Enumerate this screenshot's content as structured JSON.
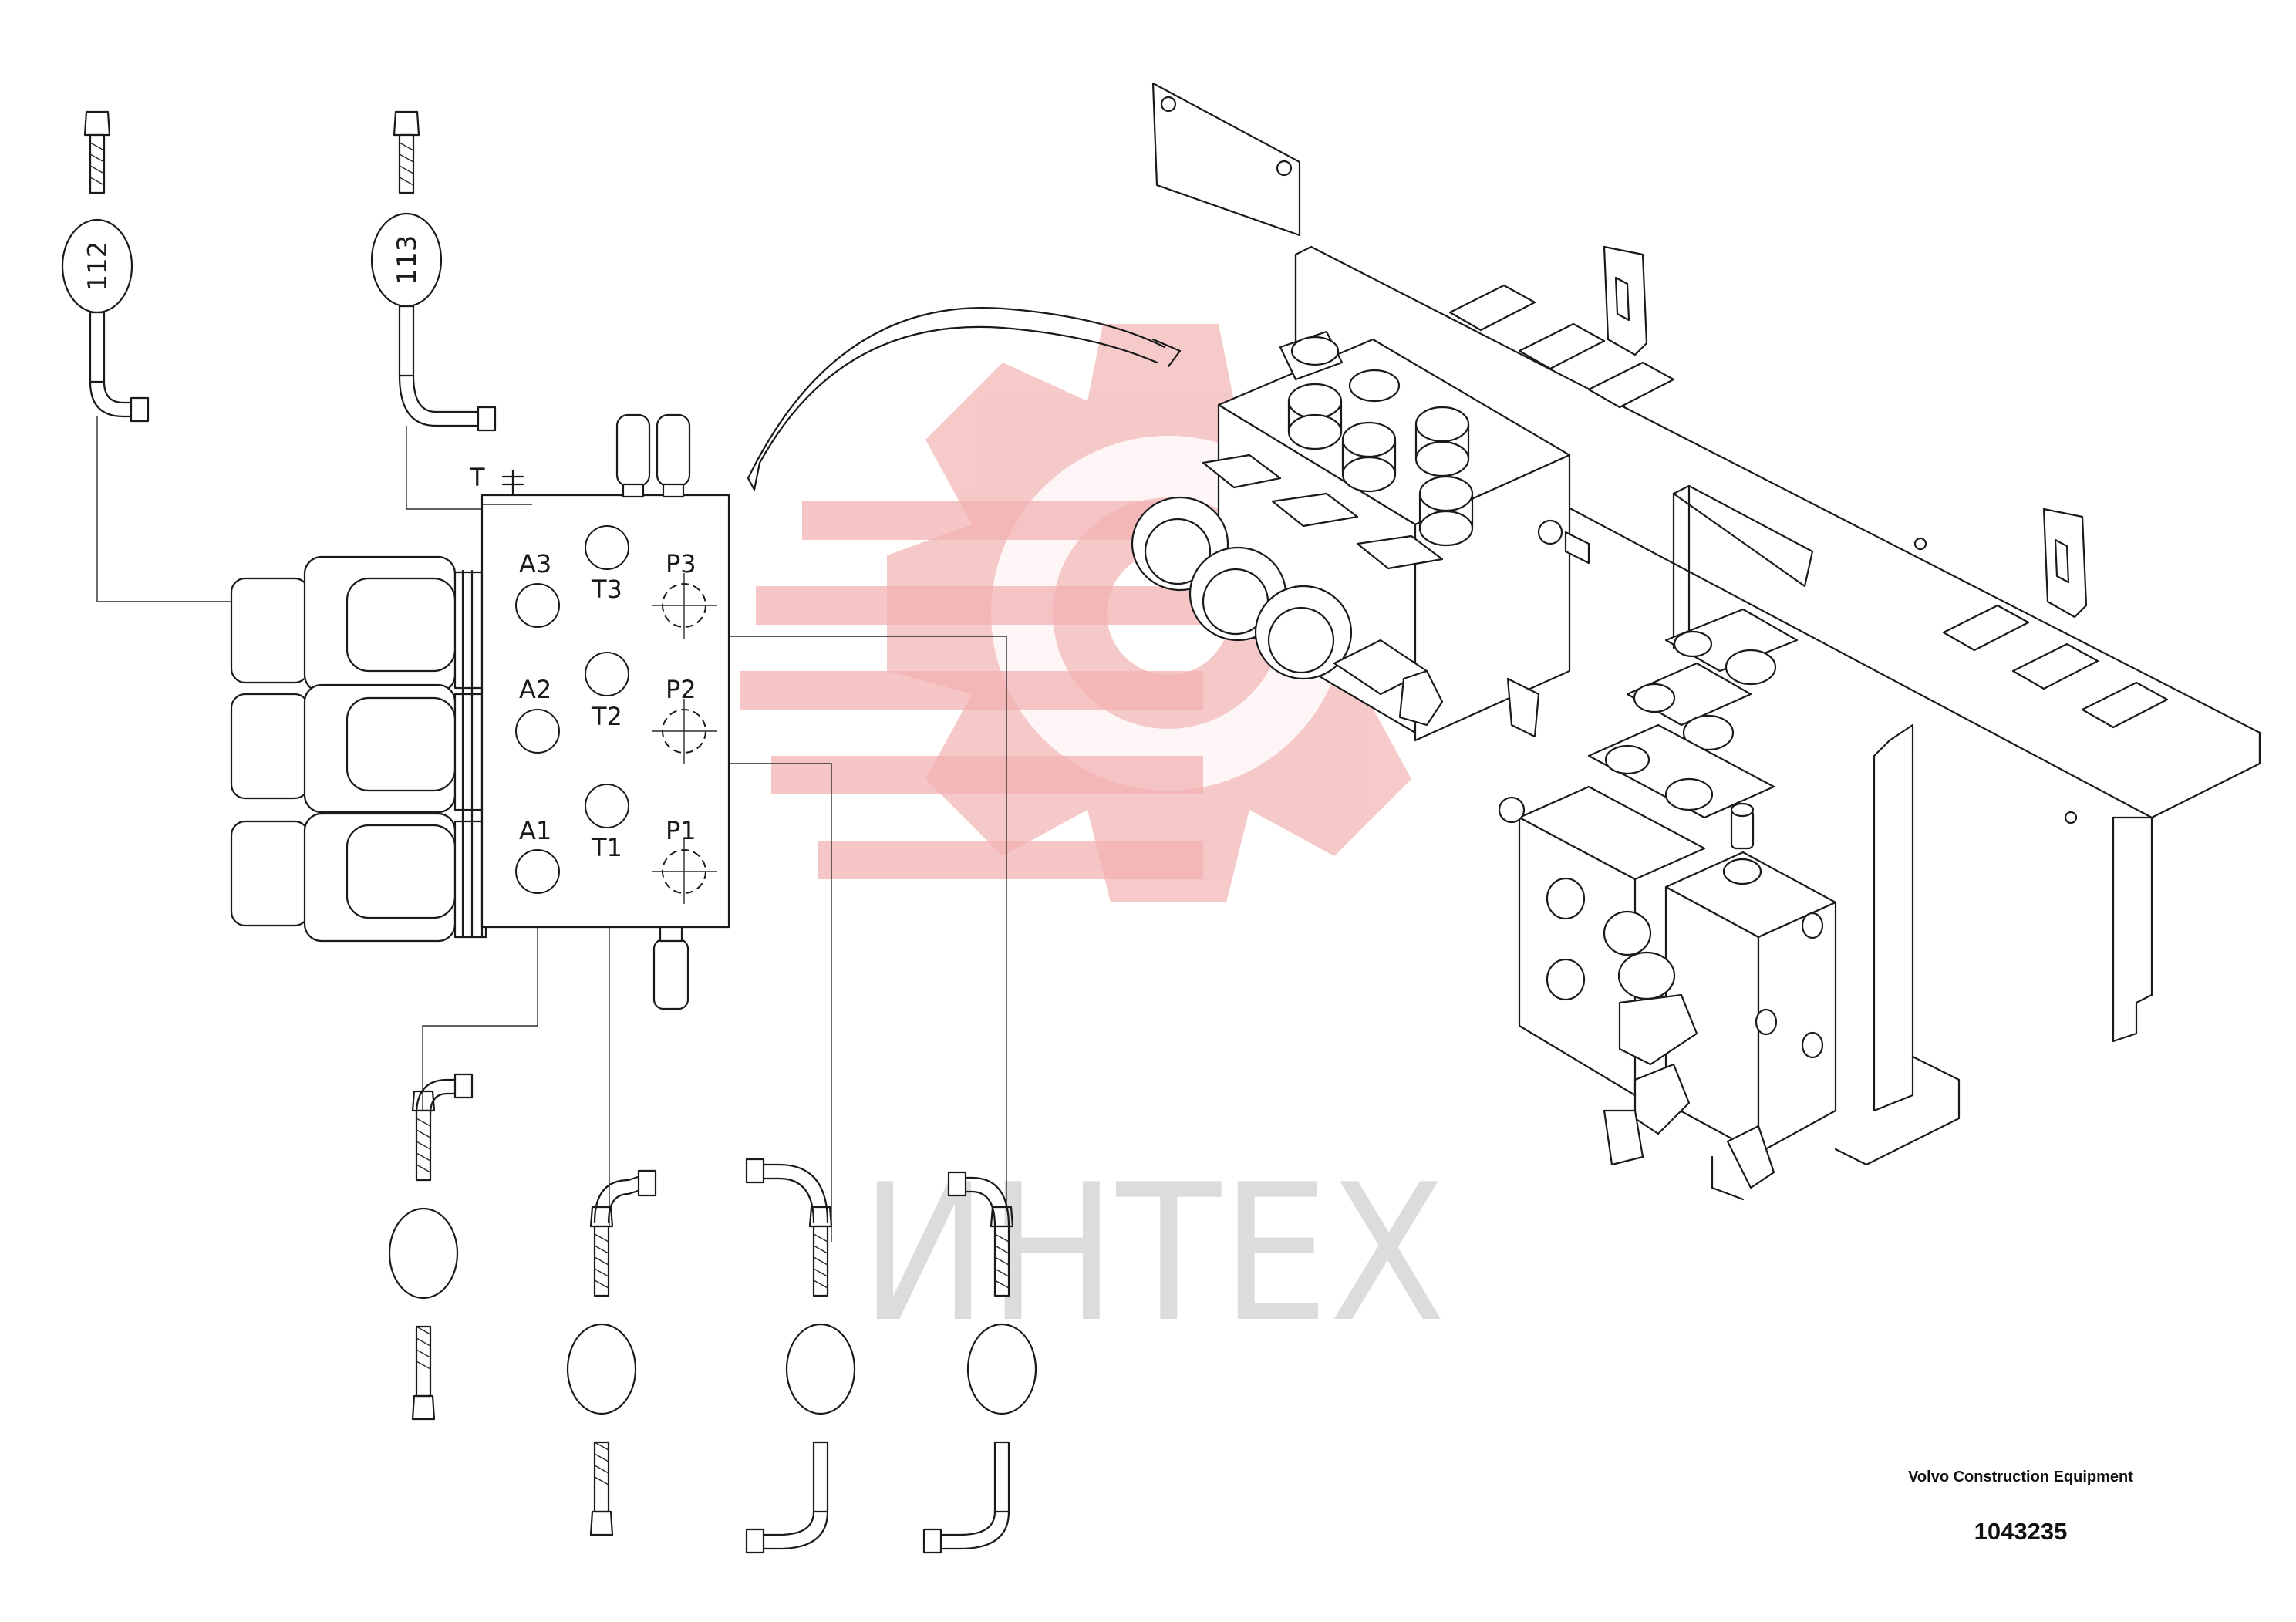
{
  "diagram": {
    "hose_labels": [
      "112",
      "113"
    ],
    "port_labels": {
      "a3": "A3",
      "a2": "A2",
      "a1": "A1",
      "t3": "T3",
      "t2": "T2",
      "t1": "T1",
      "p3": "P3",
      "p2": "P2",
      "p1": "P1",
      "t": "T"
    },
    "watermark_text": "ИНТЕХ",
    "colors": {
      "line": "#1a1a1a",
      "watermark_red": "#f3b4b4",
      "watermark_gray": "#d9d9d9"
    }
  },
  "footer": {
    "company": "Volvo Construction Equipment",
    "part_number": "1043235"
  }
}
